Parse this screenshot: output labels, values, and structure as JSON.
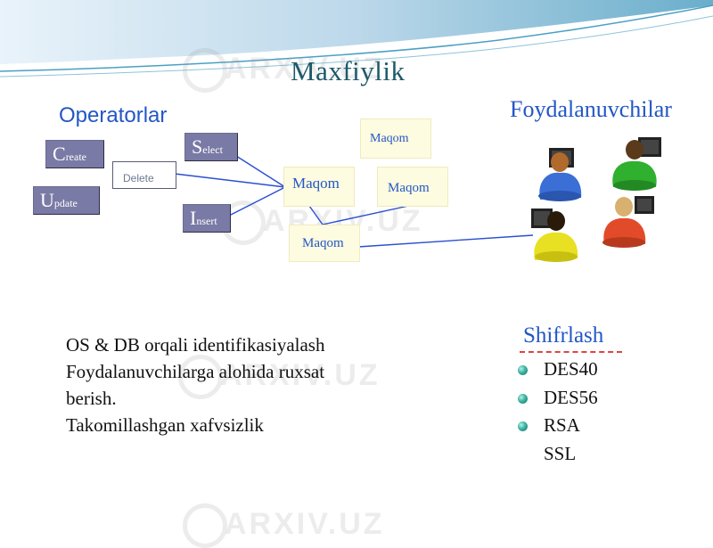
{
  "title": "Maxfiylik",
  "operators": {
    "heading": "Operatorlar",
    "items": [
      {
        "id": "create",
        "cap": "C",
        "rest": "reate"
      },
      {
        "id": "update",
        "cap": "U",
        "rest": "pdate"
      },
      {
        "id": "delete",
        "label": "Delete"
      },
      {
        "id": "select",
        "cap": "S",
        "rest": "elect"
      },
      {
        "id": "insert",
        "cap": "I",
        "rest": "nsert"
      }
    ]
  },
  "maqom_boxes": [
    "Maqom",
    "Maqom",
    "Maqom",
    "Maqom"
  ],
  "users": {
    "heading": "Foydalanuvchilar",
    "count": 4,
    "colors": [
      "#3b6fd6",
      "#2fb02f",
      "#e8e022",
      "#e24b2a"
    ]
  },
  "description": [
    "OS & DB orqali identifikasiyalash",
    "Foydalanuvchilarga alohida ruxsat",
    "berish.",
    "Takomillashgan xafvsizlik"
  ],
  "shifrlash": {
    "heading": "Shifrlash",
    "items": [
      "DES40",
      "DES56",
      "RSA",
      "SSL"
    ]
  },
  "watermark": "ARXIV.UZ",
  "colors": {
    "title": "#1d5a6a",
    "heading": "#2357c5",
    "operator_box": "#7a7aa6",
    "maqom_box": "#fdfbe0",
    "connector": "#2a4fd0"
  }
}
